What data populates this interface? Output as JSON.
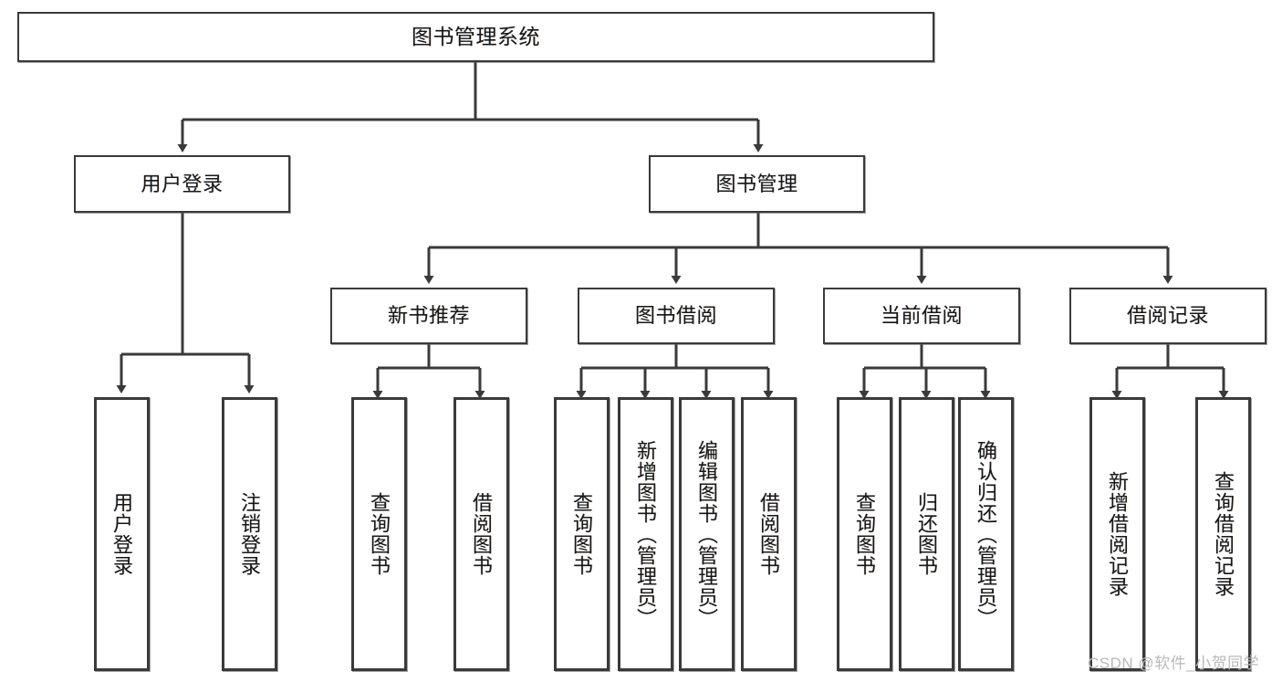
{
  "diagram": {
    "title": "图书管理系统",
    "type": "tree",
    "nodes": {
      "root": {
        "label": "图书管理系统"
      },
      "level2": [
        {
          "label": "用户登录"
        },
        {
          "label": "图书管理"
        }
      ],
      "level3": [
        {
          "label": "新书推荐"
        },
        {
          "label": "图书借阅"
        },
        {
          "label": "当前借阅"
        },
        {
          "label": "借阅记录"
        }
      ],
      "leaves": {
        "user_login": [
          {
            "label": "用户登录"
          },
          {
            "label": "注销登录"
          }
        ],
        "new_book_recommend": [
          {
            "label": "查询图书"
          },
          {
            "label": "借阅图书"
          }
        ],
        "book_borrow": [
          {
            "label": "查询图书"
          },
          {
            "label": "新增图书（管理员）"
          },
          {
            "label": "编辑图书（管理员）"
          },
          {
            "label": "借阅图书"
          }
        ],
        "current_borrow": [
          {
            "label": "查询图书"
          },
          {
            "label": "归还图书"
          },
          {
            "label": "确认归还（管理员）"
          }
        ],
        "borrow_record": [
          {
            "label": "新增借阅记录"
          },
          {
            "label": "查询借阅记录"
          }
        ]
      }
    },
    "colors": {
      "border": "#3a3a3a",
      "background": "#ffffff",
      "text": "#171717",
      "watermark": "#b9b9b9"
    }
  },
  "watermark": {
    "text": "CSDN @软件_小贺同学"
  }
}
